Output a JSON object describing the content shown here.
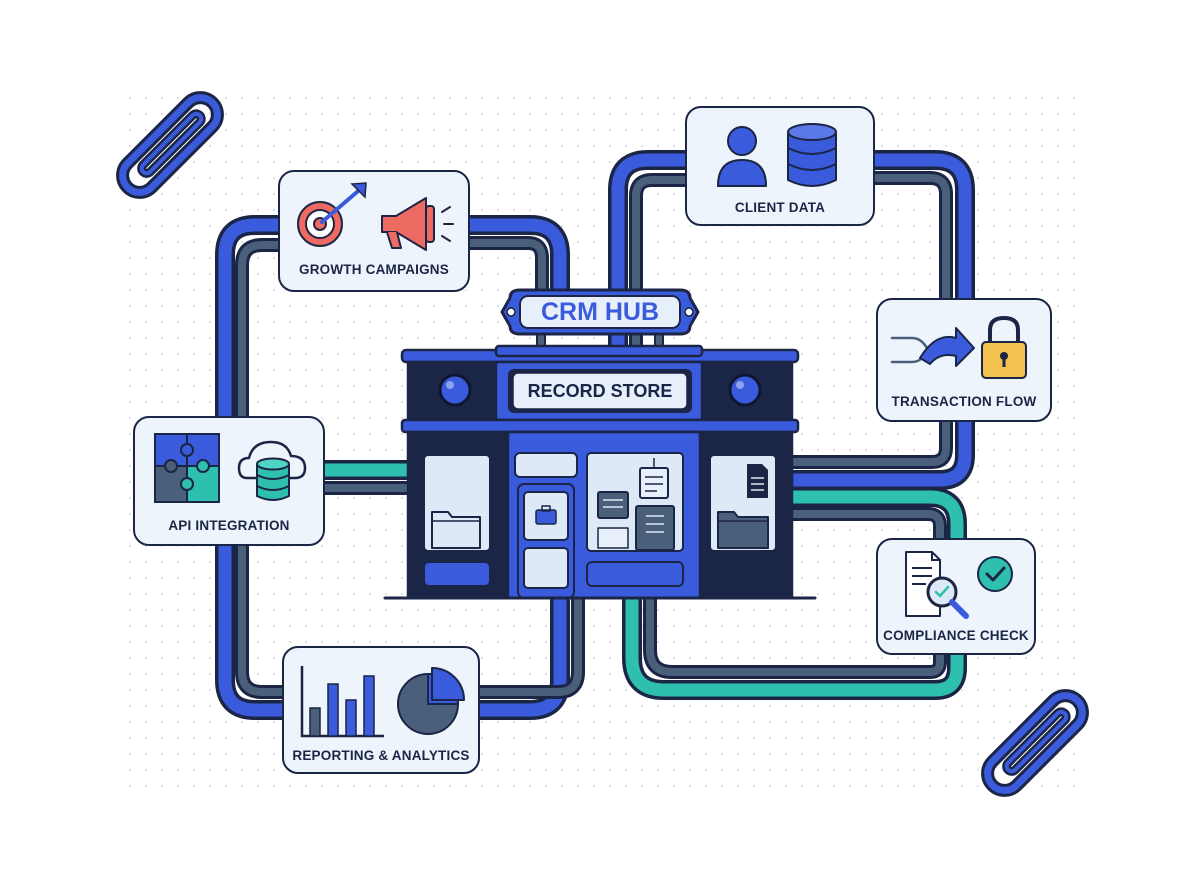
{
  "hub": {
    "sign": "CRM HUB",
    "store_sign": "RECORD STORE"
  },
  "modules": {
    "growth": {
      "label": "GROWTH CAMPAIGNS",
      "icons": [
        "target-arrow-icon",
        "megaphone-icon"
      ]
    },
    "client": {
      "label": "CLIENT DATA",
      "icons": [
        "user-icon",
        "database-icon"
      ]
    },
    "transaction": {
      "label": "TRANSACTION FLOW",
      "icons": [
        "flow-arrow-icon",
        "padlock-icon"
      ]
    },
    "api": {
      "label": "API INTEGRATION",
      "icons": [
        "puzzle-icon",
        "cloud-database-icon"
      ]
    },
    "compliance": {
      "label": "COMPLIANCE CHECK",
      "icons": [
        "document-search-icon",
        "checkmark-icon"
      ]
    },
    "reporting": {
      "label": "REPORTING & ANALYTICS",
      "icons": [
        "bar-chart-icon",
        "pie-chart-icon"
      ]
    }
  },
  "colors": {
    "primary_blue": "#3a5bdc",
    "slate": "#4a5f7a",
    "teal": "#2fbfae",
    "navy": "#1b2545",
    "card_bg": "#eef4fb",
    "accent_red": "#ee6b63",
    "accent_yellow": "#f2c14e"
  }
}
